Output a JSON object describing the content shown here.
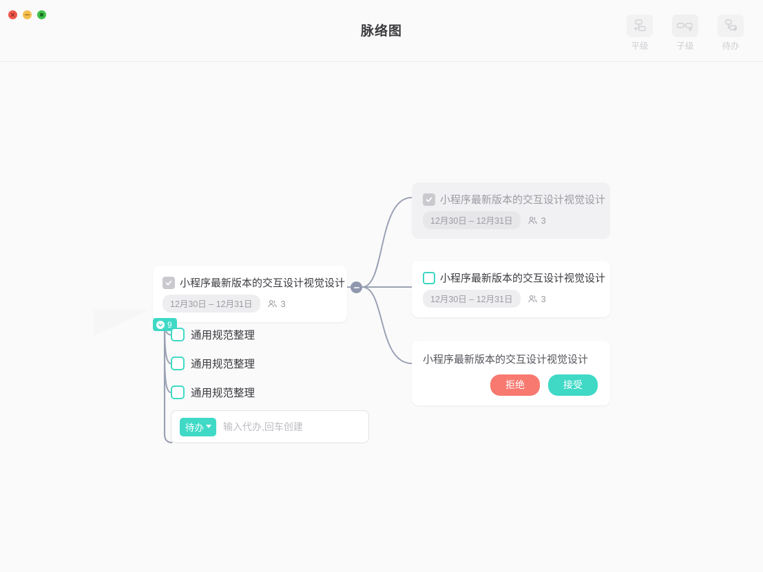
{
  "window": {
    "title": "脉络图",
    "traffic_lights": [
      "close",
      "minimize",
      "maximize"
    ]
  },
  "toolbar": {
    "buttons": [
      {
        "icon": "sibling-node-add-icon",
        "label": "平级"
      },
      {
        "icon": "child-node-add-icon",
        "label": "子级"
      },
      {
        "icon": "todo-node-add-icon",
        "label": "待办"
      }
    ]
  },
  "colors": {
    "accent_teal": "#3fd9c6",
    "reject_red": "#f8796f",
    "canvas_bg": "#fafafa",
    "edge_line": "#9aa1b4",
    "card_grey": "#f1f1f3"
  },
  "main_node": {
    "checkbox_state": "checked",
    "title": "小程序最新版本的交互设计视觉设计",
    "date_range": "12月30日 – 12月31日",
    "people_icon": "people-icon",
    "people_count": "3",
    "badge": {
      "icon": "check-circle-icon",
      "count": "9"
    }
  },
  "sub_todos": [
    {
      "checkbox_state": "unchecked",
      "label": "通用规范整理"
    },
    {
      "checkbox_state": "unchecked",
      "label": "通用规范整理"
    },
    {
      "checkbox_state": "unchecked",
      "label": "通用规范整理"
    }
  ],
  "todo_input": {
    "tag_label": "待办",
    "tag_caret": "chevron-down-icon",
    "placeholder": "输入代办,回车创建",
    "value": ""
  },
  "collapse_toggle": {
    "icon": "minus-icon",
    "state": "expanded"
  },
  "right_cards": [
    {
      "style": "grey",
      "checkbox_state": "checked",
      "title": "小程序最新版本的交互设计视觉设计",
      "date_range": "12月30日 – 12月31日",
      "people_icon": "people-icon",
      "people_count": "3"
    },
    {
      "style": "white",
      "checkbox_state": "unchecked",
      "title": "小程序最新版本的交互设计视觉设计",
      "date_range": "12月30日 – 12月31日",
      "people_icon": "people-icon",
      "people_count": "3"
    },
    {
      "style": "white-invite",
      "title": "小程序最新版本的交互设计视觉设计",
      "reject_label": "拒绝",
      "accept_label": "接受"
    }
  ]
}
